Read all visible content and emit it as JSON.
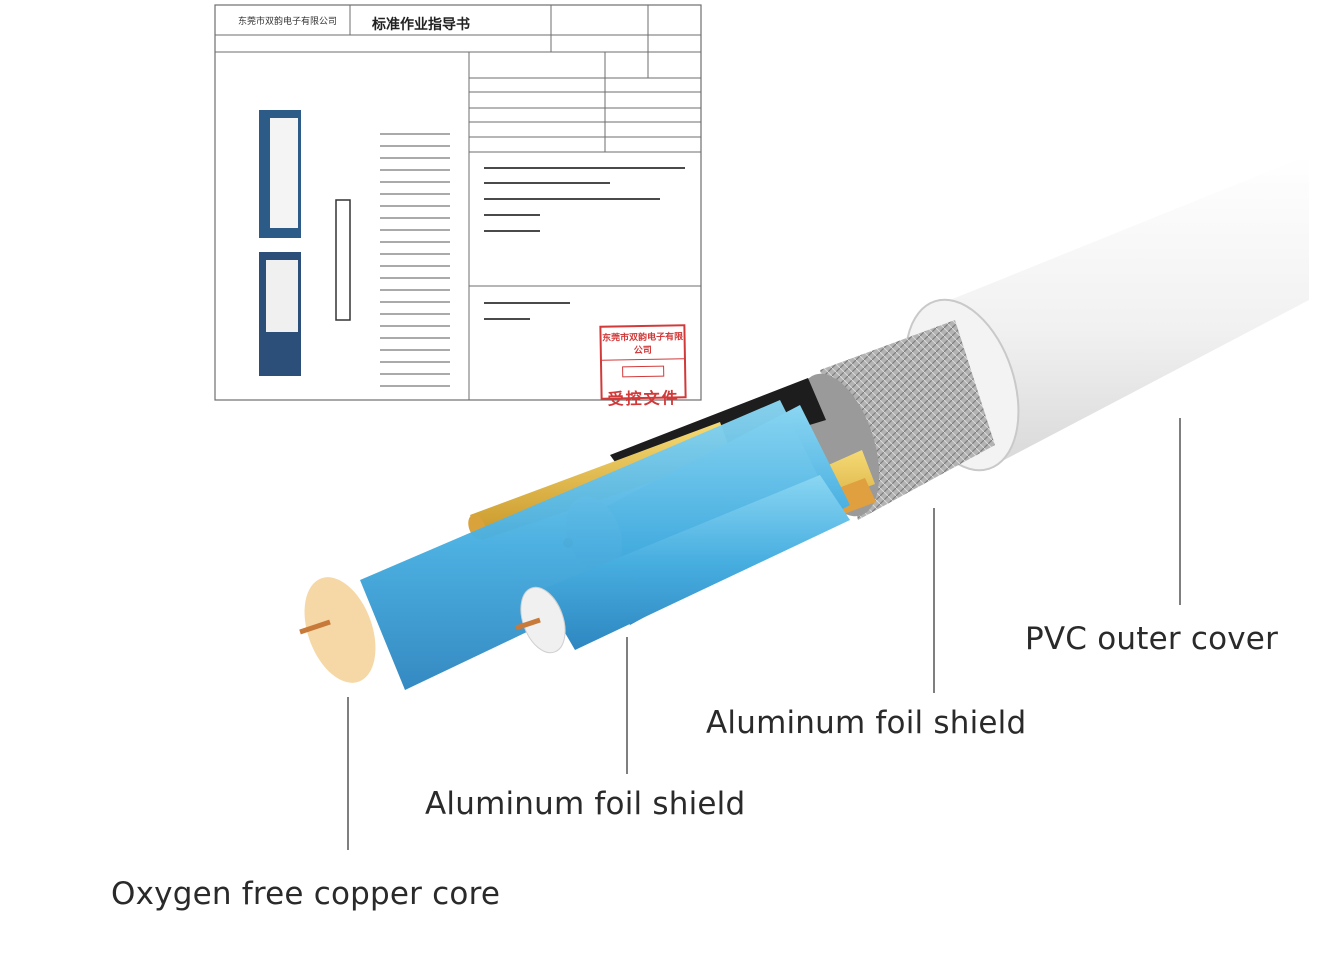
{
  "labels": {
    "pvc": "PVC outer cover",
    "foil_outer": "Aluminum foil shield",
    "foil_inner": "Aluminum foil shield",
    "copper": "Oxygen free copper core"
  },
  "document": {
    "title": "标准作业指导书",
    "company": "东莞市双韵电子有限公司",
    "stamp_line1": "东莞市双韵电子有限公司",
    "stamp_line2": "受控文件"
  },
  "colors": {
    "jacket": "#eeeeee",
    "braid": "#a9a9a9",
    "foil_blue": "#4fb3dd",
    "insulation_yellow": "#e0b23a",
    "insulation_black": "#1d1d1d",
    "stamp_red": "#d23a3a"
  }
}
